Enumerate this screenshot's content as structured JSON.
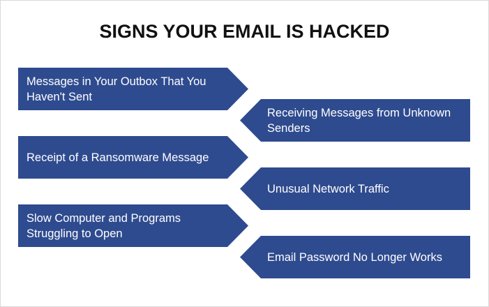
{
  "title": "SIGNS YOUR EMAIL IS HACKED",
  "colors": {
    "box_fill": "#2f4b8f",
    "text": "#ffffff",
    "title": "#111111",
    "background": "#ffffff"
  },
  "left_items": [
    {
      "label": "Messages in Your Outbox That You Haven't Sent"
    },
    {
      "label": "Receipt of a Ransomware Message"
    },
    {
      "label": "Slow Computer and Programs Struggling to Open"
    }
  ],
  "right_items": [
    {
      "label": "Receiving Messages from Unknown Senders"
    },
    {
      "label": "Unusual Network Traffic"
    },
    {
      "label": "Email Password No Longer Works"
    }
  ]
}
